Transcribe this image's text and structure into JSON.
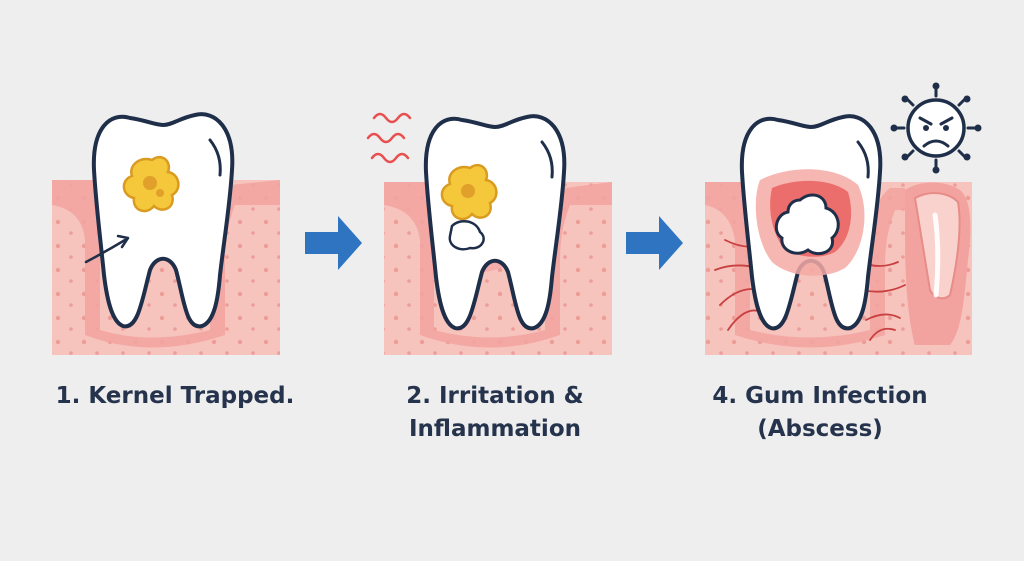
{
  "panels": [
    {
      "step_line1": "1. Kernel Trapped.",
      "step_line2": ""
    },
    {
      "step_line1": "2. Irritation &",
      "step_line2": "Inflammation"
    },
    {
      "step_line1": "4. Gum Infection",
      "step_line2": "(Abscess)"
    }
  ],
  "icons": {
    "arrow": "right-arrow-icon",
    "bacteria": "angry-germ-icon",
    "kernel": "popcorn-kernel-icon",
    "irritation": "irritation-squiggle-icon"
  },
  "colors": {
    "background": "#eeeeee",
    "gum": "#f2a3a0",
    "gum_light": "#f7c3bd",
    "tooth_outline": "#1f2f4a",
    "kernel": "#f5c83c",
    "arrow": "#2f74c0",
    "caption": "#25334d",
    "inflammation": "#e8504f"
  }
}
